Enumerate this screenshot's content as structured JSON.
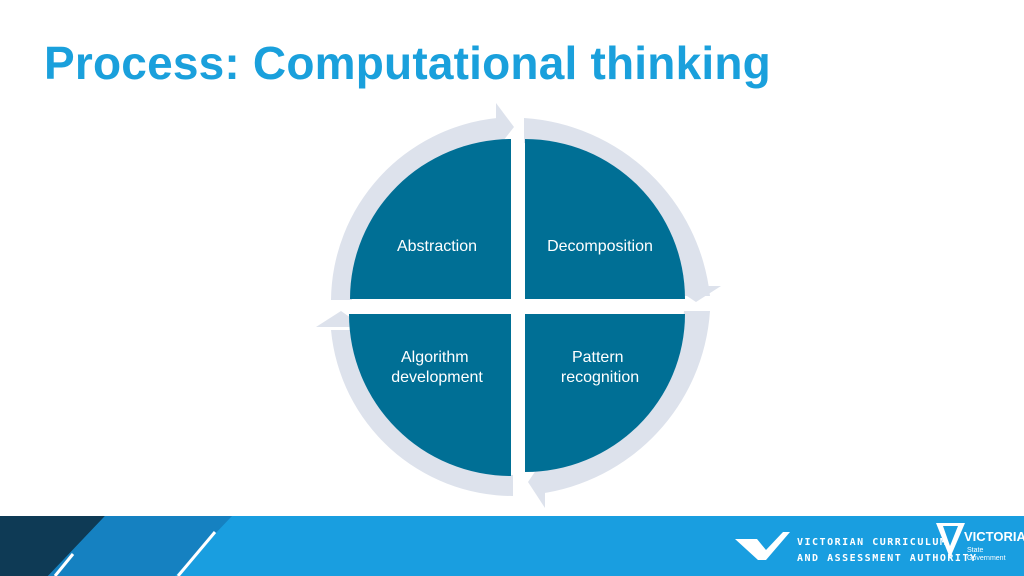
{
  "title": "Process: Computational thinking",
  "diagram": {
    "quadrants": [
      {
        "position": "top-left",
        "lines": [
          "Abstraction"
        ]
      },
      {
        "position": "top-right",
        "lines": [
          "Decomposition"
        ]
      },
      {
        "position": "bottom-right",
        "lines": [
          "Pattern",
          "recognition"
        ]
      },
      {
        "position": "bottom-left",
        "lines": [
          "Algorithm",
          "development"
        ]
      }
    ],
    "cycle_direction": "clockwise"
  },
  "footer": {
    "vcaa_logo": {
      "line1": "VICTORIAN CURRICULUM",
      "line2": "AND ASSESSMENT AUTHORITY"
    },
    "vic_logo": {
      "name": "VICTORIA",
      "sub1": "State",
      "sub2": "Government"
    }
  },
  "colors": {
    "title": "#1aa0dc",
    "quadrant": "#006f95",
    "ring": "#dde2ec",
    "footer": "#199ee0",
    "footer_dark": "#0e3a55",
    "footer_mid": "#1581c1"
  }
}
